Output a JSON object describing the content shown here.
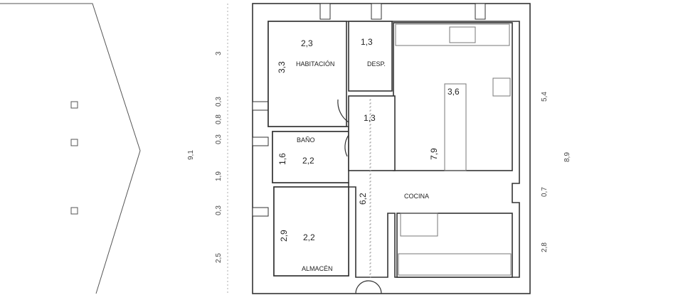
{
  "rooms": {
    "habitacion": {
      "name": "HABITACIÓN",
      "area": "2,3",
      "side": "3,3"
    },
    "despensa": {
      "name": "DESP.",
      "area": "1,3"
    },
    "pasillo": {
      "area": "1,3"
    },
    "bano": {
      "name": "BAÑO",
      "area": "2,2",
      "side": "1,6"
    },
    "almacen": {
      "name": "ALMACÉN",
      "area": "2,2",
      "side": "2,9"
    },
    "cocina": {
      "name": "COCINA",
      "area": "3,6",
      "length": "7,9",
      "corridor": "6,2"
    }
  },
  "dimensions_left": [
    "3",
    "0,3",
    "0,8",
    "0,3",
    "1,9",
    "0,3",
    "2,5"
  ],
  "dimension_left_total": "9,1",
  "dimensions_right": [
    "5,4",
    "0,7",
    "2,8"
  ],
  "dimension_right_total": "8,9"
}
